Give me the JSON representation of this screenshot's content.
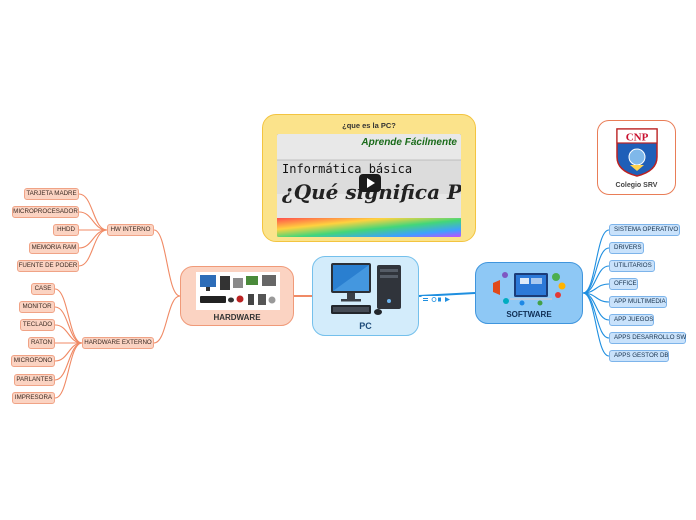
{
  "center": {
    "title": "PC"
  },
  "hardware": {
    "title": "HARDWARE",
    "groups": [
      {
        "label": "HW INTERNO",
        "items": [
          "TARJETA MADRE",
          "MICROPROCESADOR",
          "HHDD",
          "MEMORIA RAM",
          "FUENTE DE PODER"
        ]
      },
      {
        "label": "HARDWARE EXTERNO",
        "items": [
          "CASE",
          "MONITOR",
          "TECLADO",
          "RATON",
          "MICROFONO",
          "PARLANTES",
          "IMPRESORA"
        ]
      }
    ]
  },
  "software": {
    "title": "SOFTWARE",
    "items": [
      "SISTEMA OPERATIVO",
      "DRIVERS",
      "UTILITARIOS",
      "OFFICE",
      "APP MULTIMEDIA",
      "APP JUEGOS",
      "APPS DESARROLLO SW",
      "APPS GESTOR DB"
    ]
  },
  "video": {
    "title": "¿que es la PC?",
    "channel": "Aprende Fácilmente",
    "subtitle": "Informática básica",
    "headline": "¿Qué significa PC?"
  },
  "logo": {
    "emblem_text": "CNP",
    "name": "Colegio SRV"
  },
  "colors": {
    "hardware_branch": "#f08a65",
    "software_branch": "#1f8fe0",
    "video_frame": "#f3c440"
  }
}
